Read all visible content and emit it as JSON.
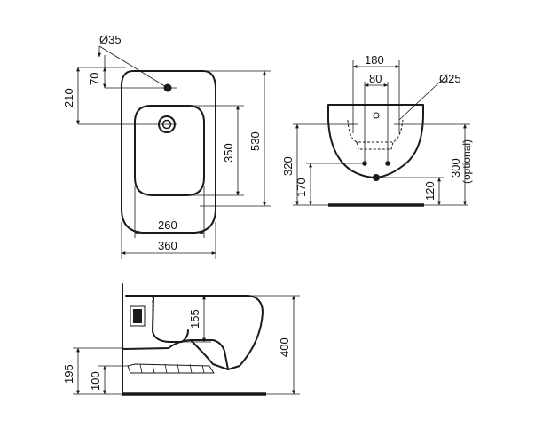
{
  "top_view": {
    "dim_hole_diameter": "Ø35",
    "dim_70": "70",
    "dim_210": "210",
    "dim_350": "350",
    "dim_530": "530",
    "dim_260": "260",
    "dim_360": "360"
  },
  "front_view": {
    "dim_180": "180",
    "dim_80": "80",
    "dim_outlet_diameter": "Ø25",
    "dim_320": "320",
    "dim_170": "170",
    "dim_120": "120",
    "dim_300": "300",
    "dim_optional": "(optional)"
  },
  "side_view": {
    "dim_155": "155",
    "dim_400": "400",
    "dim_195": "195",
    "dim_100": "100"
  }
}
